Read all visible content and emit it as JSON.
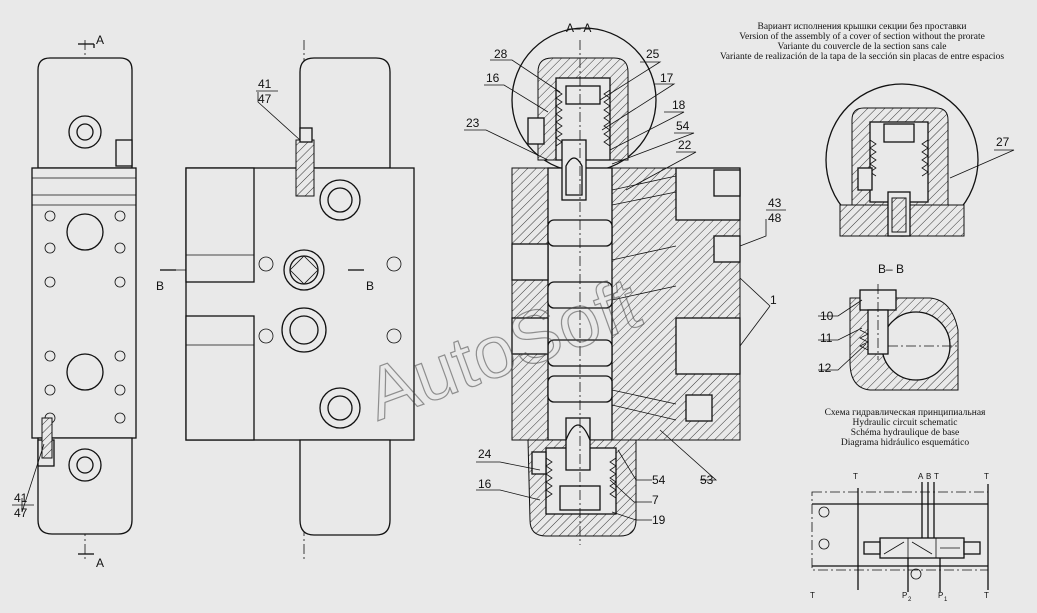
{
  "drawing": {
    "section_aa_title": "A– A",
    "section_bb_title": "B– B",
    "cut_letters": {
      "a": "A",
      "b": "B"
    },
    "variant_caption": [
      "Вариант исполнения крышки секции без проставки",
      "Version of the assembly of a cover of section without the prorate",
      "Variante du couvercle de la section sans cale",
      "Variante de realización de la tapa de la sección sin placas de entre espacios"
    ],
    "schematic_caption": [
      "Схема гидравлическая принципиальная",
      "Hydraulic circuit schematic",
      "Schéma hydraulique de base",
      "Diagrama hidráulico esquemático"
    ],
    "schematic_ports": {
      "t": "T",
      "a": "A",
      "b": "B",
      "p2": "P",
      "p2_sub": "2",
      "p1": "P",
      "p1_sub": "1"
    },
    "watermark": "AutoSoft",
    "callouts": {
      "c28": "28",
      "c25": "25",
      "c16a": "16",
      "c17": "17",
      "c18": "18",
      "c23": "23",
      "c54a": "54",
      "c22": "22",
      "c43": "43",
      "c48": "48",
      "c1": "1",
      "c24": "24",
      "c16b": "16",
      "c54b": "54",
      "c7": "7",
      "c19": "19",
      "c53": "53",
      "c41a": "41",
      "c47a": "47",
      "c41b": "41",
      "c47b": "47",
      "c27": "27",
      "c10": "10",
      "c11": "11",
      "c12": "12"
    }
  }
}
